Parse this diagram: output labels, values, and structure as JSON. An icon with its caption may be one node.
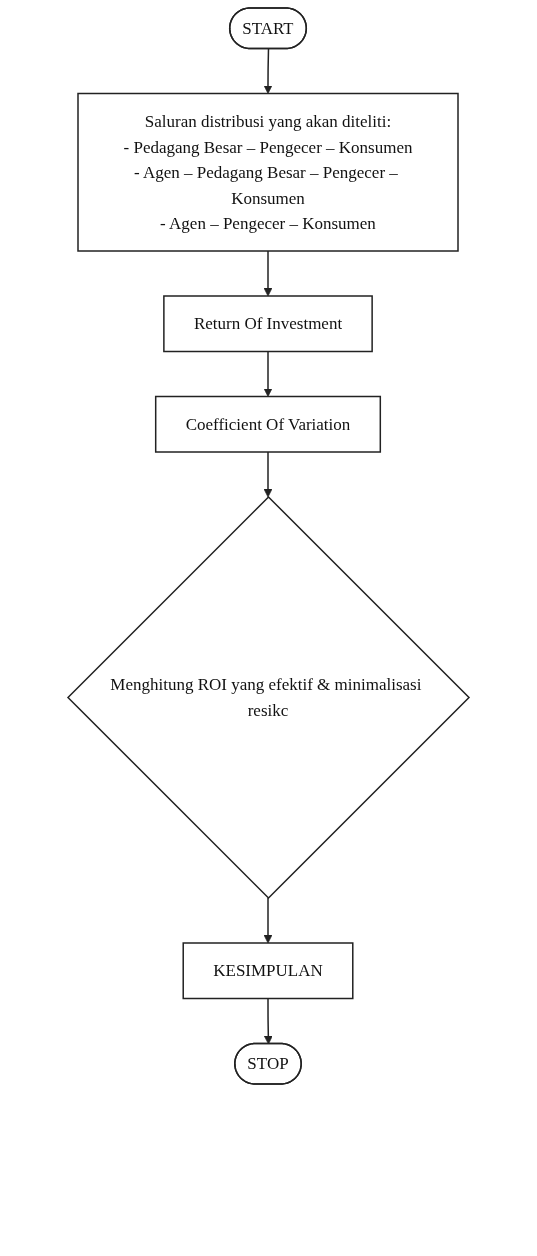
{
  "diagram": {
    "nodes": [
      {
        "text": [
          "START"
        ]
      },
      {
        "text": [
          "Saluran distribusi yang akan diteliti:",
          "- Pedagang Besar – Pengecer – Konsumen",
          "- Agen – Pedagang Besar – Pengecer – Konsumen",
          "- Agen – Pengecer – Konsumen"
        ]
      },
      {
        "text": [
          "Return Of Investment"
        ]
      },
      {
        "text": [
          "Coefficient Of Variation"
        ]
      },
      {
        "text": [
          "Menghitung ROI yang efektif & minimalisasi resikc"
        ]
      },
      {
        "text": [
          "KESIMPULAN"
        ]
      },
      {
        "text": [
          "STOP"
        ]
      }
    ],
    "edges": [
      {
        "from": 0,
        "to": 1,
        "arrow": "to"
      },
      {
        "from": 1,
        "to": 2,
        "arrow": "to"
      },
      {
        "from": 2,
        "to": 3,
        "arrow": "to"
      },
      {
        "from": 3,
        "to": 4,
        "arrow": "to"
      },
      {
        "from": 4,
        "to": 5,
        "arrow": "to"
      },
      {
        "from": 5,
        "to": 6,
        "arrow": "to"
      }
    ]
  }
}
